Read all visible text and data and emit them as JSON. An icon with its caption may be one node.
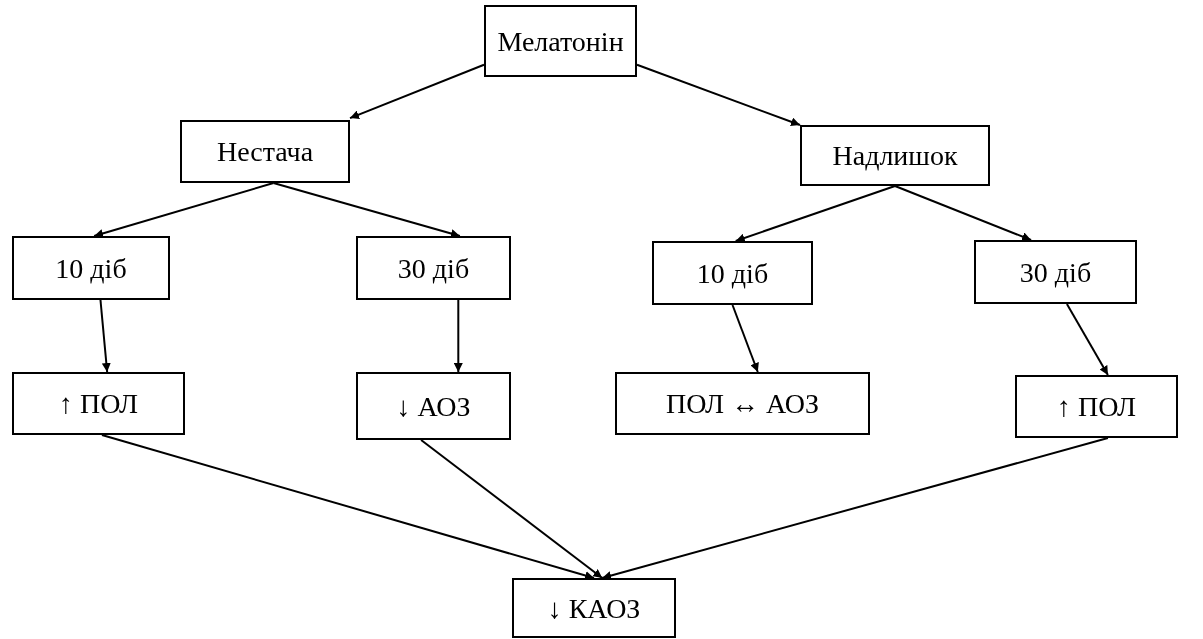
{
  "diagram": {
    "nodes": [
      {
        "text": [
          "Мелатонін"
        ]
      },
      {
        "text": [
          "Нестача"
        ]
      },
      {
        "text": [
          "Надлишок"
        ]
      },
      {
        "text": [
          "10 діб"
        ]
      },
      {
        "text": [
          "30 діб"
        ]
      },
      {
        "text": [
          "10 діб"
        ]
      },
      {
        "text": [
          "30 діб"
        ]
      },
      {
        "text": [
          "↑ ПОЛ"
        ]
      },
      {
        "text": [
          "↓ АОЗ"
        ]
      },
      {
        "text": [
          "ПОЛ ↔ АОЗ"
        ]
      },
      {
        "text": [
          "↑ ПОЛ"
        ]
      },
      {
        "text": [
          "↓ КАОЗ"
        ]
      }
    ],
    "edges": [
      {
        "from": 0,
        "to": 1,
        "arrow": "to"
      },
      {
        "from": 0,
        "to": 2,
        "arrow": "to"
      },
      {
        "from": 1,
        "to": 3,
        "arrow": "to"
      },
      {
        "from": 1,
        "to": 4,
        "arrow": "to"
      },
      {
        "from": 2,
        "to": 5,
        "arrow": "to"
      },
      {
        "from": 2,
        "to": 6,
        "arrow": "to"
      },
      {
        "from": 3,
        "to": 7,
        "arrow": "to"
      },
      {
        "from": 4,
        "to": 8,
        "arrow": "to"
      },
      {
        "from": 5,
        "to": 9,
        "arrow": "to"
      },
      {
        "from": 6,
        "to": 10,
        "arrow": "to"
      },
      {
        "from": 7,
        "to": 11,
        "arrow": "to"
      },
      {
        "from": 8,
        "to": 11,
        "arrow": "to"
      },
      {
        "from": 10,
        "to": 11,
        "arrow": "to"
      }
    ]
  }
}
